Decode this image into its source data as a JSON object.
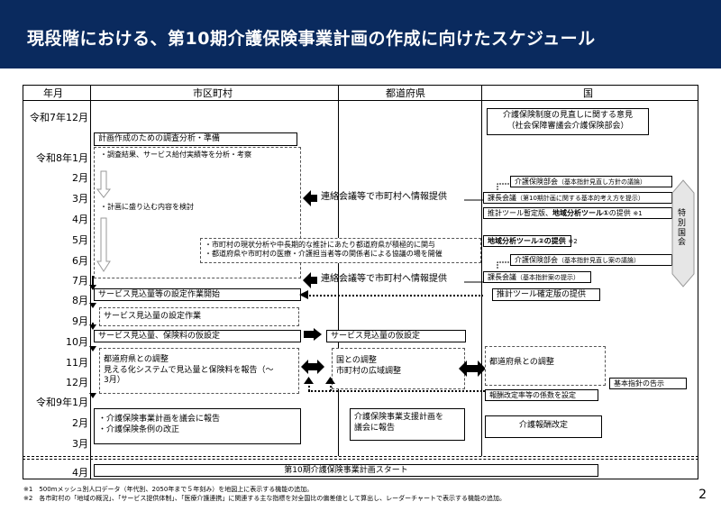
{
  "header": {
    "title": "現段階における、第10期介護保険事業計画の作成に向けたスケジュール"
  },
  "columns": {
    "month": "年月",
    "municipality": "市区町村",
    "prefecture": "都道府県",
    "national": "国"
  },
  "months": {
    "r7_12": "令和7年12月",
    "r8_1": "令和8年1月",
    "m2": "2月",
    "m3": "3月",
    "m4": "4月",
    "m5": "5月",
    "m6": "6月",
    "m7": "7月",
    "m8": "8月",
    "m9": "9月",
    "m10": "10月",
    "m11": "11月",
    "m12": "12月",
    "r9_1": "令和9年1月",
    "m2b": "2月",
    "m3b": "3月",
    "m4b": "4月"
  },
  "municipality": {
    "survey_title": "計画作成のための調査分析・準備",
    "survey_item1": "・調査結果、サービス給付実績等を分析・考察",
    "survey_item2": "・計画に盛り込む内容を検討",
    "setup_start": "サービス見込量等の設定作業開始",
    "setup_work": "サービス見込量の設定作業",
    "provisional": "サービス見込量、保険料の仮設定",
    "adjust1": "都道府県との調整",
    "adjust2": "見える化システムで見込量と保険料を報告（～",
    "adjust3": "3月）",
    "report1": "・介護保険事業計画を議会に報告",
    "report2": "・介護保険条例の改正"
  },
  "shared": {
    "liaison1": "連絡会議等で市町村へ情報提供",
    "liaison2": "連絡会議等で市町村へ情報提供",
    "pref_note1": "・市町村の現状分析や中長期的な推計にあたり都道府県が積極的に関与",
    "pref_note2": "・都道府県や市町村の医療・介護担当者等の関係者による協議の場を開催"
  },
  "prefecture": {
    "provisional": "サービス見込量の仮設定",
    "adjust1": "国との調整",
    "adjust2": "市町村の広域調整",
    "report1": "介護保険事業支援計画を",
    "report2": "議会に報告"
  },
  "national": {
    "opinion1": "介護保険制度の見直しに関する意見",
    "opinion2": "（社会保障審議会介護保険部会）",
    "bukai1": "介護保険部会",
    "bukai1_note": "（基本指針見直し方針の議論）",
    "kachokaigi1": "課長会議",
    "kachokaigi1_note": "（第10期計画に関する基本的考え方を提示）",
    "tool_draft": "推計ツール暫定版、",
    "tool_draft_bold": "地域分析ツール①",
    "tool_draft_end": "の提供",
    "tool_draft_ref": "※1",
    "tool2": "地域分析ツール②の提供",
    "tool2_ref": "※2",
    "bukai2": "介護保険部会",
    "bukai2_note": "（基本指針見直し案の議論）",
    "kachokaigi2": "課長会議",
    "kachokaigi2_note": "（基本指針案の提示）",
    "tool_final": "推計ツール確定版の提供",
    "diet": "特別国会",
    "adjust": "都道府県との調整",
    "guideline": "基本指針の告示",
    "fee_rate": "報酬改定率等の係数を設定",
    "fee_revision": "介護報酬改定"
  },
  "start_banner": "第10期介護保険事業計画スタート",
  "footnotes": {
    "n1": "※1　500mメッシュ別人口データ（年代別、2050年まで５年刻み）を地図上に表示する機能の追加。",
    "n2": "※2　各市町村の「地域の概況」、「サービス提供体制」、「医療介護連携」に関連する主な指標を対全国比の偏差値として算出し、レーダーチャートで表示する機能の追加。"
  },
  "page_number": "2",
  "colors": {
    "header_bg": "#0a2a5e",
    "header_text": "#ffffff"
  }
}
